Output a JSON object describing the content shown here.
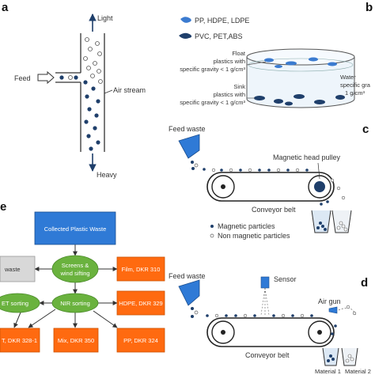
{
  "panel_letters": {
    "a": "a",
    "b": "b",
    "c": "c",
    "d": "d",
    "e": "e"
  },
  "panel_a": {
    "light": "Light",
    "feed": "Feed",
    "air_stream": "Air stream",
    "heavy": "Heavy"
  },
  "panel_b": {
    "legend_pp": "PP, HDPE, LDPE",
    "legend_pvc": "PVC, PET,ABS",
    "float_line1": "Float",
    "float_line2": "plastics with",
    "float_line3": "specific gravity < 1 g/cm³",
    "sink_line1": "Sink",
    "sink_line2": "plastics with",
    "sink_line3": "specific gravity < 1 g/cm³",
    "water_line1": "Water",
    "water_line2": "specific gra",
    "water_line3": "1 g/cm³"
  },
  "panel_c": {
    "feed_waste": "Feed waste",
    "magnetic_head_pulley": "Magnetic head pulley",
    "conveyor_belt": "Conveyor belt",
    "magnetic_particles": "Magnetic particles",
    "non_magnetic_particles": "Non magnetic particles"
  },
  "panel_d": {
    "feed_waste": "Feed waste",
    "sensor": "Sensor",
    "air_gun": "Air gun",
    "conveyor_belt": "Conveyor belt",
    "material1": "Material 1",
    "material2": "Material 2"
  },
  "panel_e": {
    "collected": "Collected Plastic Waste",
    "screens_line1": "Screens &",
    "screens_line2": "wind sifting",
    "waste": "waste",
    "film": "Film, DKR 310",
    "nir": "NIR sorting",
    "et_sorting": "ET sorting",
    "hdpe": "HDPE, DKR 329",
    "pet": "T, DKR 328-1",
    "mix": "Mix, DKR 350",
    "pp": "PP, DKR 324"
  },
  "colors": {
    "dark_blue": "#1f3f6b",
    "light_blue": "#3b7bd0",
    "green": "#6ab23e",
    "orange": "#ff6a10",
    "grey_box": "#d8d8d8",
    "line": "#333333"
  }
}
